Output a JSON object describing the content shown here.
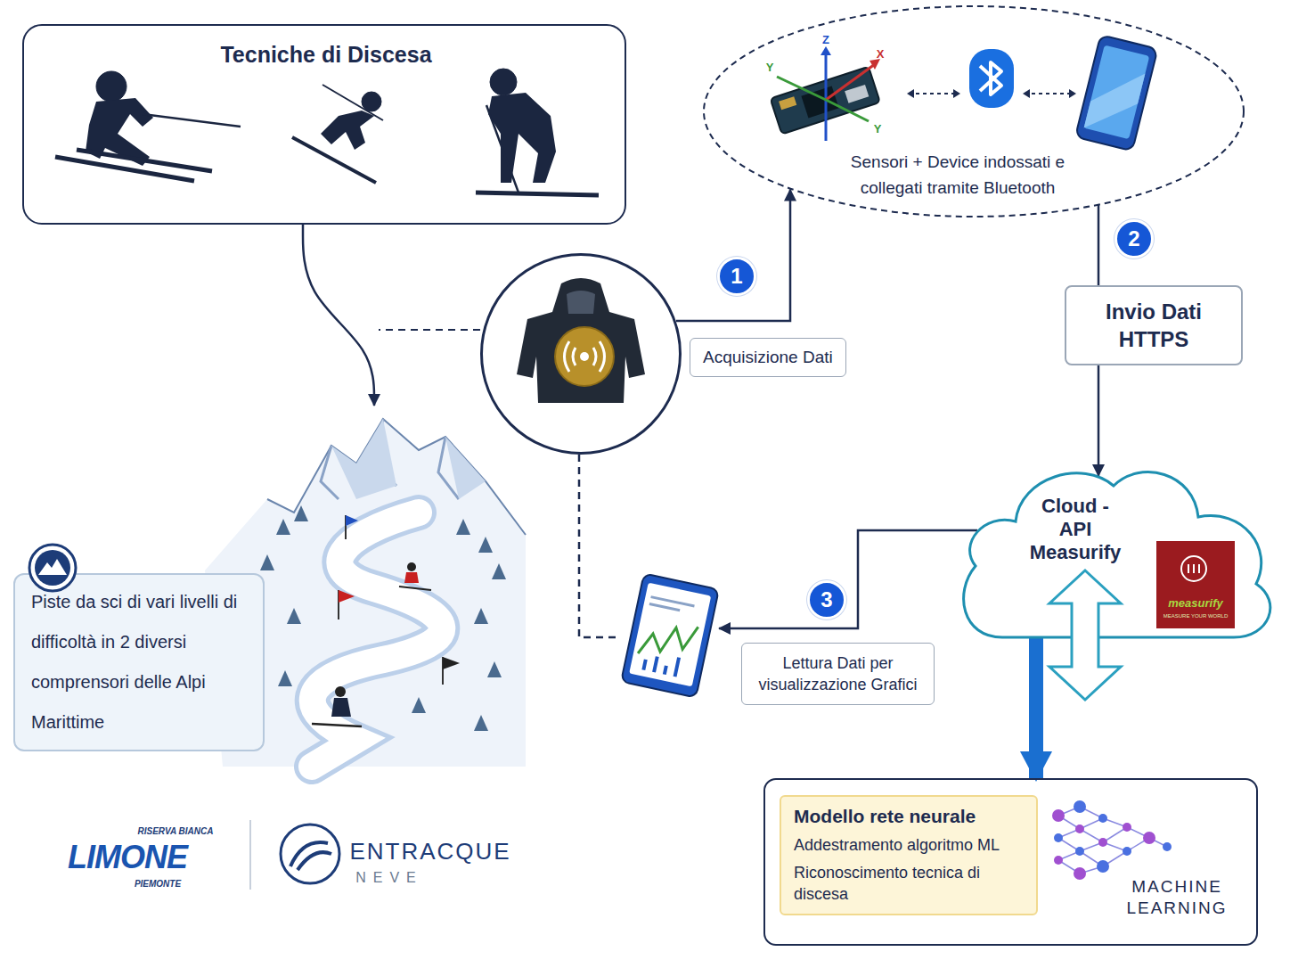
{
  "diagram": {
    "nodes": [
      {
        "text": [
          "Tecniche di Discesa"
        ]
      },
      {
        "text": [
          "Sensori + Device indossati e collegati tramite Bluetooth"
        ]
      },
      {
        "text": [
          "Acquisizione Dati"
        ]
      },
      {
        "text": [
          "Invio Dati HTTPS"
        ]
      },
      {
        "text": [
          "Cloud - API Measurify"
        ]
      },
      {
        "text": [
          "Lettura Dati per visualizzazione Grafici"
        ]
      },
      {
        "text": [
          "Piste da sci di vari livelli di difficoltà in 2 diversi comprensori delle Alpi Marittime"
        ]
      },
      {
        "text": [
          "MACHINE LEARNING"
        ]
      },
      {
        "text": [
          "Modello rete neurale",
          "Addestramento algoritmo ML",
          "Riconoscimento tecnica di discesa"
        ],
        "in": 7
      }
    ],
    "edges": [
      {
        "from": 0,
        "to": 6,
        "arrow": "to"
      },
      {
        "from": 2,
        "to": 1,
        "arrow": "to"
      },
      {
        "from": 1,
        "to": 3,
        "arrow": "none"
      },
      {
        "from": 3,
        "to": 4,
        "arrow": "to"
      },
      {
        "from": 4,
        "to": 5,
        "arrow": "to"
      },
      {
        "from": 4,
        "to": 7,
        "arrow": "to"
      },
      {
        "from": 2,
        "to": 5,
        "arrow": "none"
      }
    ],
    "labels": [
      "1",
      "2",
      "3",
      "Z",
      "X",
      "Y",
      "Y",
      "measurify",
      "MEASURE YOUR WORLD",
      "RISERVA BIANCA",
      "LIMONE",
      "PIEMONTE",
      "ENTRACQUE",
      "NEVE"
    ]
  }
}
